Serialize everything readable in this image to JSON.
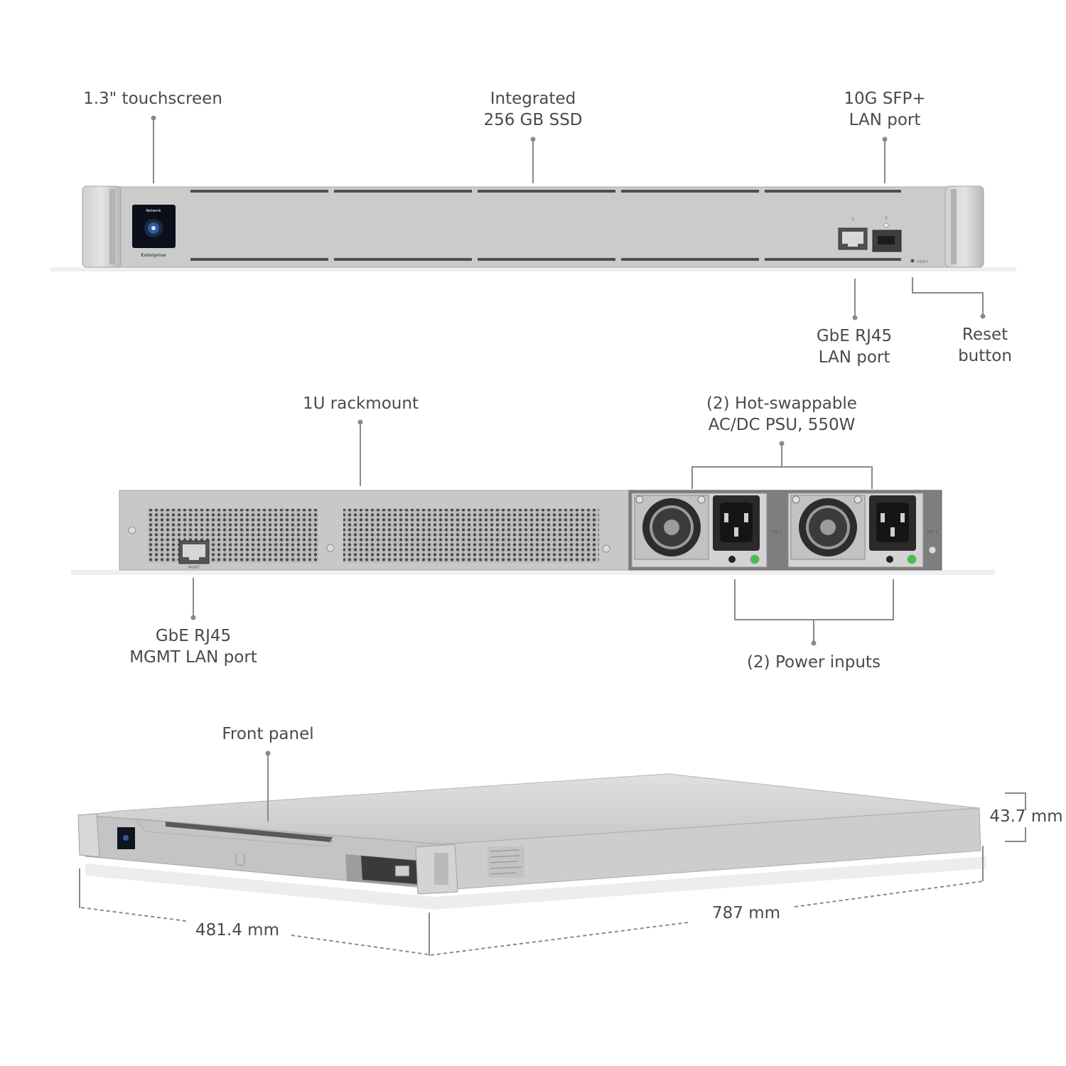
{
  "front_view": {
    "touchscreen_label": "1.3\" touchscreen",
    "ssd_label": [
      "Integrated",
      "256 GB SSD"
    ],
    "sfp_label": [
      "10G SFP+",
      "LAN port"
    ],
    "rj45_label": [
      "GbE RJ45",
      "LAN port"
    ],
    "reset_label": [
      "Reset",
      "button"
    ],
    "screen_title": "Network",
    "screen_brand": "Enterprise",
    "port_numbers": [
      "1",
      "2"
    ],
    "reset_marking": "RESET"
  },
  "rear_view": {
    "rackmount_label": "1U rackmount",
    "psu_label": [
      "(2) Hot-swappable",
      "AC/DC PSU, 550W"
    ],
    "mgmt_label": [
      "GbE RJ45",
      "MGMT LAN port"
    ],
    "power_label": "(2) Power inputs",
    "mgmt_marking": "MGMT",
    "psu_markings": [
      "PSU 1",
      "PSU 2"
    ]
  },
  "dimensions_view": {
    "front_panel_label": "Front panel",
    "height": "43.7 mm",
    "width": "481.4 mm",
    "depth": "787 mm"
  },
  "colors": {
    "chassis": "#c9c9c9",
    "chassis_dark": "#a9a9a9",
    "label_text": "#4a4a4a",
    "leader_line": "#8a8a8a",
    "status_led": "#3fc24a"
  }
}
